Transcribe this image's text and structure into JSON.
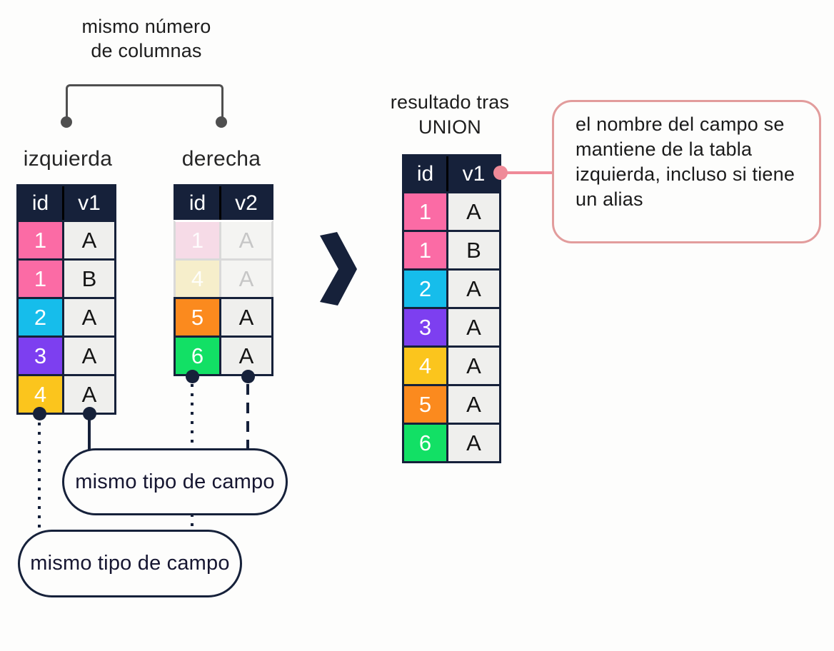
{
  "labels": {
    "same_columns_line1": "mismo número",
    "same_columns_line2": "de columnas",
    "left_table": "izquierda",
    "right_table": "derecha",
    "result_line1": "resultado tras",
    "result_line2": "UNION"
  },
  "pills": {
    "first": "mismo tipo de campo",
    "second": "mismo tipo de campo"
  },
  "bubble": {
    "text": "el nombre del campo se mantiene de la tabla izquierda, incluso si tiene un alias"
  },
  "tables": {
    "left": {
      "title": "izquierda",
      "headers": [
        "id",
        "v1"
      ],
      "rows": [
        {
          "id": "1",
          "v": "A",
          "color": "#fb6ba5",
          "faded": false
        },
        {
          "id": "1",
          "v": "B",
          "color": "#fb6ba5",
          "faded": false
        },
        {
          "id": "2",
          "v": "A",
          "color": "#16bdeb",
          "faded": false
        },
        {
          "id": "3",
          "v": "A",
          "color": "#7d3ff0",
          "faded": false
        },
        {
          "id": "4",
          "v": "A",
          "color": "#fbc51d",
          "faded": false
        }
      ]
    },
    "right": {
      "title": "derecha",
      "headers": [
        "id",
        "v2"
      ],
      "rows": [
        {
          "id": "1",
          "v": "A",
          "color": "#f6dbe7",
          "faded": true
        },
        {
          "id": "4",
          "v": "A",
          "color": "#f6eecb",
          "faded": true
        },
        {
          "id": "5",
          "v": "A",
          "color": "#fb8a1e",
          "faded": false
        },
        {
          "id": "6",
          "v": "A",
          "color": "#12e065",
          "faded": false
        }
      ]
    },
    "result": {
      "title": "resultado tras UNION",
      "headers": [
        "id",
        "v1"
      ],
      "rows": [
        {
          "id": "1",
          "v": "A",
          "color": "#fb6ba5",
          "faded": false
        },
        {
          "id": "1",
          "v": "B",
          "color": "#fb6ba5",
          "faded": false
        },
        {
          "id": "2",
          "v": "A",
          "color": "#16bdeb",
          "faded": false
        },
        {
          "id": "3",
          "v": "A",
          "color": "#7d3ff0",
          "faded": false
        },
        {
          "id": "4",
          "v": "A",
          "color": "#fbc51d",
          "faded": false
        },
        {
          "id": "5",
          "v": "A",
          "color": "#fb8a1e",
          "faded": false
        },
        {
          "id": "6",
          "v": "A",
          "color": "#12e065",
          "faded": false
        }
      ]
    }
  },
  "colors": {
    "navy": "#16213a",
    "pink": "#fb6ba5",
    "cyan": "#16bdeb",
    "purple": "#7d3ff0",
    "yellow": "#fbc51d",
    "orange": "#fb8a1e",
    "green": "#12e065",
    "faded_pink": "#f6dbe7",
    "faded_yellow": "#f6eecb",
    "bubble_border": "#e29c9c",
    "connector_pink": "#ef8a98",
    "bracket_gray": "#4f4f4f"
  }
}
